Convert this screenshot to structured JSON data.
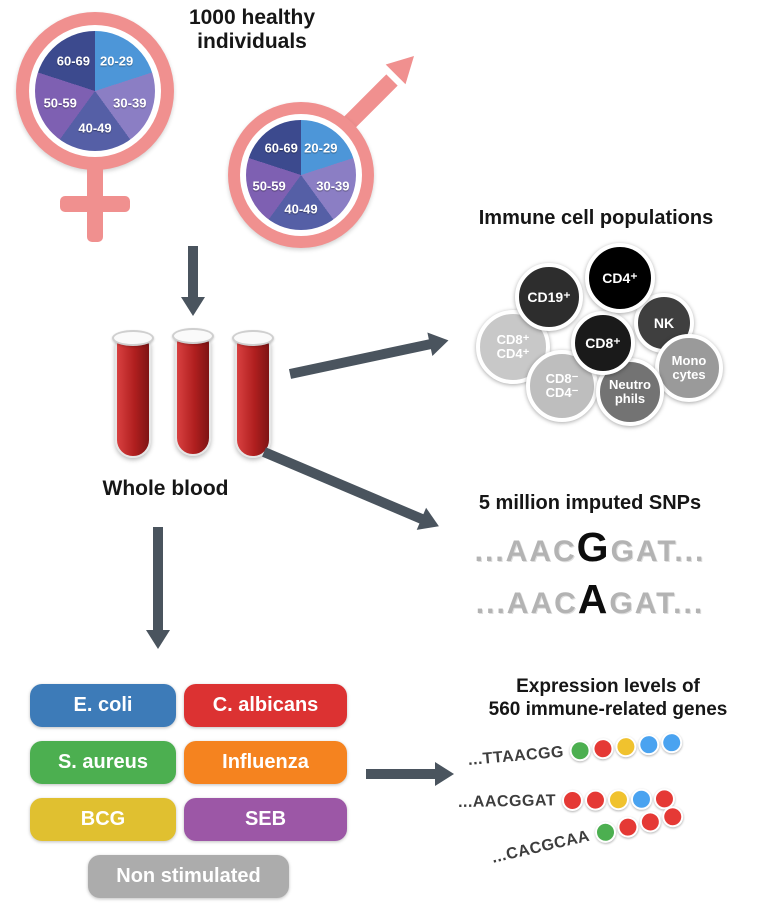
{
  "header": {
    "title": "1000 healthy individuals"
  },
  "demographics": {
    "age_groups": [
      "20-29",
      "30-39",
      "40-49",
      "50-59",
      "60-69"
    ],
    "pie_colors": [
      "#4D96D8",
      "#8B7EC4",
      "#555FA6",
      "#7E60B2",
      "#3C4A8E"
    ],
    "symbol_color": "#F0908F"
  },
  "blood": {
    "label": "Whole blood"
  },
  "immune_cells": {
    "title": "Immune cell populations",
    "cells": [
      {
        "label": "CD8⁺\nCD4⁺",
        "color": "#C8C8C8"
      },
      {
        "label": "CD19⁺",
        "color": "#2D2D2D"
      },
      {
        "label": "NK",
        "color": "#3F3F3F"
      },
      {
        "label": "Mono\ncytes",
        "color": "#9A9A9A"
      },
      {
        "label": "CD8⁻\nCD4⁻",
        "color": "#BEBEBE"
      },
      {
        "label": "Neutro\nphils",
        "color": "#737373"
      },
      {
        "label": "CD8⁺",
        "color": "#1A1A1A"
      },
      {
        "label": "CD4⁺",
        "color": "#000000"
      }
    ]
  },
  "snps": {
    "title": "5 million imputed SNPs",
    "lines": [
      {
        "prefix": "...AAC",
        "variant": "G",
        "suffix": "GAT..."
      },
      {
        "prefix": "...AAC",
        "variant": "A",
        "suffix": "GAT..."
      }
    ]
  },
  "stimuli": {
    "items": [
      {
        "label": "E. coli",
        "color": "#3D7BB8"
      },
      {
        "label": "C. albicans",
        "color": "#DC3232"
      },
      {
        "label": "S. aureus",
        "color": "#4CAF50"
      },
      {
        "label": "Influenza",
        "color": "#F5831F"
      },
      {
        "label": "BCG",
        "color": "#E0C030"
      },
      {
        "label": "SEB",
        "color": "#9C57A6"
      },
      {
        "label": "Non stimulated",
        "color": "#ACACAC"
      }
    ]
  },
  "expression": {
    "title_line1": "Expression levels of",
    "title_line2": "560 immune-related genes",
    "rows": [
      {
        "seq": "...TTAACGG",
        "beads": [
          "#4CAF50",
          "#E53935",
          "#F0C22E",
          "#4AA3F0",
          "#4AA3F0"
        ]
      },
      {
        "seq": "...AACGGAT",
        "beads": [
          "#E53935",
          "#E53935",
          "#F0C22E",
          "#4AA3F0",
          "#E53935"
        ]
      },
      {
        "seq": "...CACGCAA",
        "beads": [
          "#4CAF50",
          "#E53935",
          "#E53935",
          "#E53935"
        ]
      }
    ]
  },
  "style": {
    "arrow_color": "#4A545E"
  }
}
